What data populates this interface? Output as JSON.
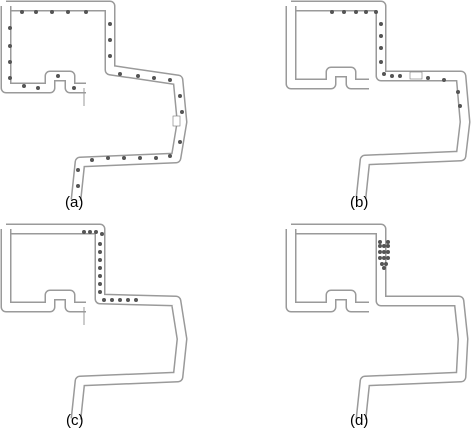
{
  "panels": [
    {
      "id": "a",
      "caption": "(a)"
    },
    {
      "id": "b",
      "caption": "(b)"
    },
    {
      "id": "c",
      "caption": "(c)"
    },
    {
      "id": "d",
      "caption": "(d)"
    }
  ],
  "colors": {
    "corridor_outline": "#9a9a9a",
    "corridor_fill": "#ffffff",
    "particle": "#555555",
    "background": "#ffffff"
  }
}
